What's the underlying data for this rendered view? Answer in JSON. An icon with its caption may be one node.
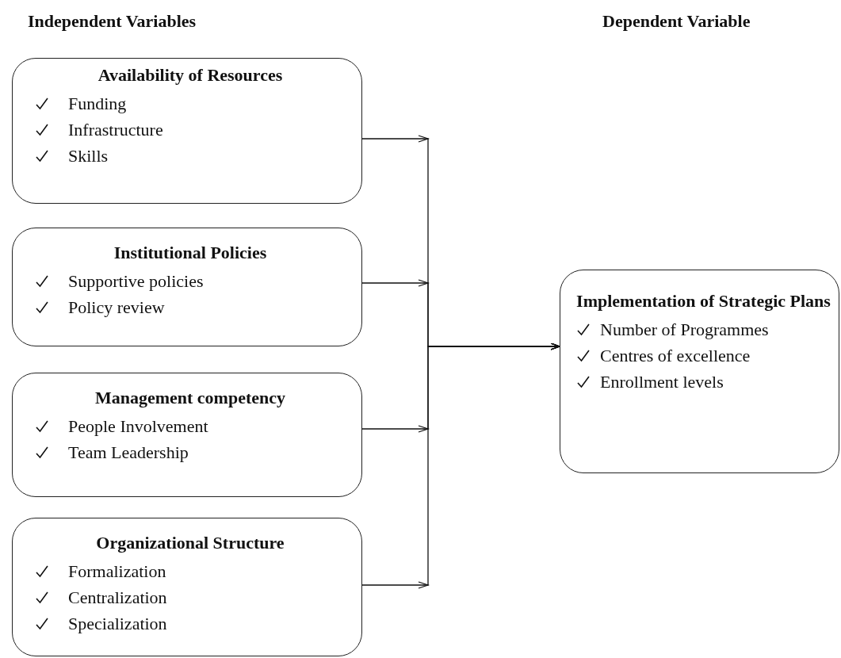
{
  "diagram": {
    "nodes": [
      {
        "text": [
          "Availability of Resources",
          "Funding",
          "Infrastructure",
          "Skills"
        ]
      },
      {
        "text": [
          "Institutional Policies",
          "Supportive policies",
          "Policy review"
        ]
      },
      {
        "text": [
          "Management competency",
          "People Involvement",
          "Team Leadership"
        ]
      },
      {
        "text": [
          "Organizational Structure",
          "Formalization",
          "Centralization",
          "Specialization"
        ]
      },
      {
        "text": [
          "Implementation of Strategic Plans",
          "Number of Programmes",
          "Centres of excellence",
          "Enrollment levels"
        ]
      }
    ],
    "edges": [
      {
        "from": 0,
        "to": 4,
        "arrow": "to"
      },
      {
        "from": 1,
        "to": 4,
        "arrow": "to"
      },
      {
        "from": 2,
        "to": 4,
        "arrow": "to"
      },
      {
        "from": 3,
        "to": 4,
        "arrow": "to"
      }
    ],
    "labels": [
      "Independent Variables",
      "Dependent Variable"
    ]
  }
}
